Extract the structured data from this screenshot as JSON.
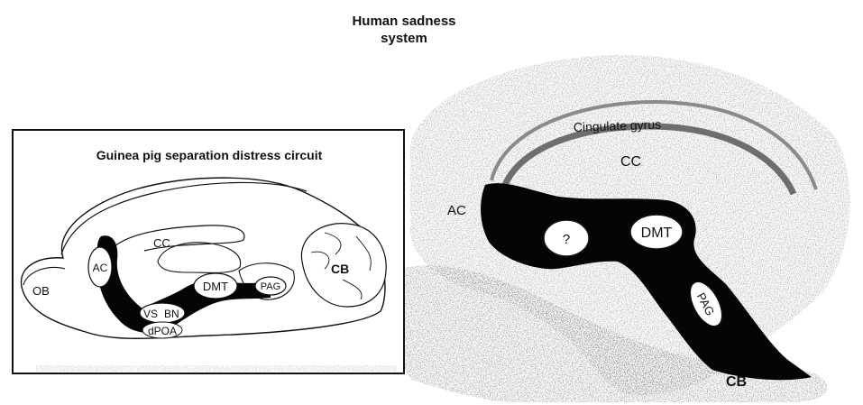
{
  "main_title": {
    "line1": "Human sadness",
    "line2": "system"
  },
  "inset": {
    "title": "Guinea pig separation distress circuit",
    "labels": {
      "ob": "OB",
      "ac": "AC",
      "cc": "CC",
      "cb": "CB",
      "dmt": "DMT",
      "pag": "PAG",
      "vs": "VS",
      "bn": "BN",
      "dpoa": "dPOA"
    }
  },
  "human": {
    "labels": {
      "cingulate": "Cingulate gyrus",
      "cc": "CC",
      "ac": "AC",
      "question": "?",
      "dmt": "DMT",
      "pag": "PAG",
      "cb": "CB"
    }
  },
  "colors": {
    "ink": "#111111",
    "pathway": "#050505",
    "brain_gray": "#c9c9c9",
    "paper": "#ffffff"
  }
}
